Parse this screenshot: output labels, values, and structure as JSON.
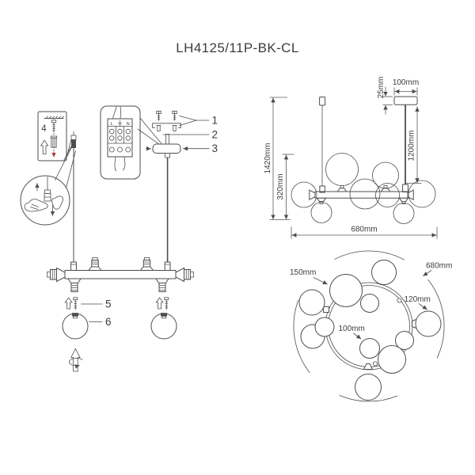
{
  "title": "LH4125/11P-BK-CL",
  "colors": {
    "line": "#4d4d4d",
    "text": "#3c3c3c",
    "accent_red": "#a83a32",
    "background": "#ffffff"
  },
  "assembly": {
    "callout_1": "1",
    "callout_2": "2",
    "callout_3": "3",
    "callout_4": "4",
    "callout_5": "5",
    "callout_6": "6",
    "terminal": {
      "live": "L",
      "neutral": "N"
    }
  },
  "side_view": {
    "canopy_height": "25mm",
    "canopy_width": "100mm",
    "suspension_length": "1200mm",
    "total_height": "1420mm",
    "body_height": "320mm",
    "width": "680mm"
  },
  "top_view": {
    "large_globe_diameter": "150mm",
    "overall_diameter": "680mm",
    "medium_globe_diameter": "120mm",
    "small_globe_diameter": "100mm"
  }
}
